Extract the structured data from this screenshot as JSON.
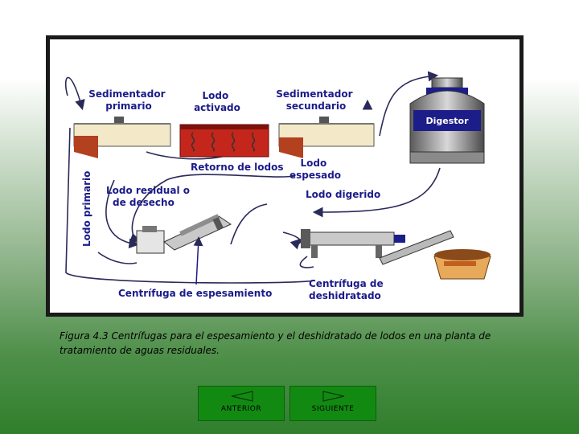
{
  "diagram": {
    "labels": {
      "sedimentador_primario": [
        "Sedimentador",
        "primario"
      ],
      "lodo_activado": [
        "Lodo",
        "activado"
      ],
      "sedimentador_secundario": [
        "Sedimentador",
        "secundario"
      ],
      "digestor": "Digestor",
      "retorno_lodos": "Retorno de lodos",
      "lodo_espesado": [
        "Lodo",
        "espesado"
      ],
      "lodo_residual": [
        "Lodo residual o",
        "de desecho"
      ],
      "lodo_digerido": "Lodo digerido",
      "lodo_primario": "Lodo primario",
      "centrifuga_espesamiento": "Centrífuga de espesamiento",
      "centrifuga_deshidratacion": [
        "Centrífuga de",
        "deshidratado"
      ]
    }
  },
  "caption": "Figura 4.3 Centrífugas para el espesamiento y el deshidratado de lodos en una planta de tratamiento de aguas residuales.",
  "nav": {
    "prev_label": "ANTERIOR",
    "next_label": "SIGUIENTE"
  }
}
